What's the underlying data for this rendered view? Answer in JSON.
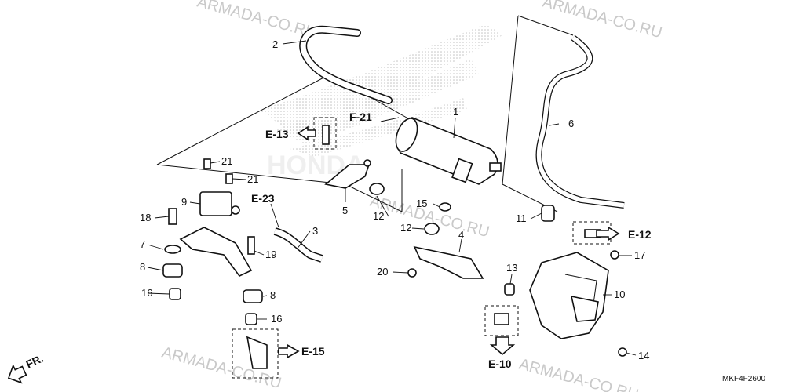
{
  "watermark": {
    "text_top_left": "ARMADA-CO.RU",
    "text_top_right": "ARMADA-CO.RU",
    "text_center": "ARMADA-CO.RU",
    "text_bottom_left": "ARMADA-CO.RU",
    "text_bottom_right": "ARMADA-CO.RU"
  },
  "callouts": {
    "c1": "1",
    "c2": "2",
    "c3": "3",
    "c4": "4",
    "c5": "5",
    "c6": "6",
    "c7": "7",
    "c8a": "8",
    "c8b": "8",
    "c9": "9",
    "c10": "10",
    "c11": "11",
    "c12a": "12",
    "c12b": "12",
    "c13": "13",
    "c14": "14",
    "c15": "15",
    "c16a": "16",
    "c16b": "16",
    "c17": "17",
    "c18": "18",
    "c19": "19",
    "c20": "20",
    "c21a": "21",
    "c21b": "21"
  },
  "references": {
    "e13": "E-13",
    "f21": "F-21",
    "e23": "E-23",
    "e12": "E-12",
    "e15": "E-15",
    "e10": "E-10"
  },
  "direction": "FR.",
  "diagram_code": "MKF4F2600",
  "logo_text": "HONDA"
}
